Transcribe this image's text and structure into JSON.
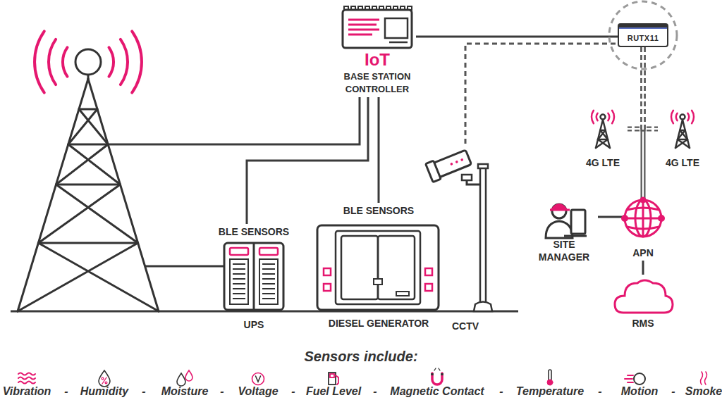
{
  "diagram": {
    "nodes": [
      {
        "text": [
          "IoT",
          "BASE STATION CONTROLLER"
        ]
      },
      {
        "text": [
          "RUTX11"
        ]
      },
      {
        "text": [
          "BLE SENSORS",
          "UPS"
        ]
      },
      {
        "text": [
          "BLE SENSORS",
          "DIESEL GENERATOR"
        ]
      },
      {
        "text": [
          "CCTV"
        ]
      },
      {
        "text": [
          "4G LTE"
        ]
      },
      {
        "text": [
          "4G LTE"
        ]
      },
      {
        "text": [
          "SITE MANAGER"
        ]
      },
      {
        "text": [
          "APN"
        ]
      },
      {
        "text": [
          "RMS"
        ]
      }
    ],
    "edges": [
      {
        "from": 0,
        "to": 1,
        "arrow": "none"
      },
      {
        "from": 0,
        "to": 2,
        "arrow": "none"
      },
      {
        "from": 0,
        "to": 3,
        "arrow": "none"
      },
      {
        "from": 4,
        "to": 1,
        "arrow": "none"
      },
      {
        "from": 1,
        "to": 8,
        "arrow": "none"
      },
      {
        "from": 1,
        "to": 5,
        "arrow": "none"
      },
      {
        "from": 1,
        "to": 6,
        "arrow": "none"
      },
      {
        "from": 7,
        "to": 8,
        "arrow": "none"
      },
      {
        "from": 8,
        "to": 9,
        "arrow": "none"
      }
    ],
    "labels": [
      "Sensors include:",
      "-",
      "-",
      "-",
      "-",
      "-",
      "-",
      "-",
      "-"
    ],
    "legend": [
      {
        "text": "Vibration"
      },
      {
        "text": "Humidity"
      },
      {
        "text": "Moisture"
      },
      {
        "text": "Voltage"
      },
      {
        "text": "Fuel Level"
      },
      {
        "text": "Magnetic Contact"
      },
      {
        "text": "Temperature"
      },
      {
        "text": "Motion"
      },
      {
        "text": "Smoke"
      }
    ]
  }
}
